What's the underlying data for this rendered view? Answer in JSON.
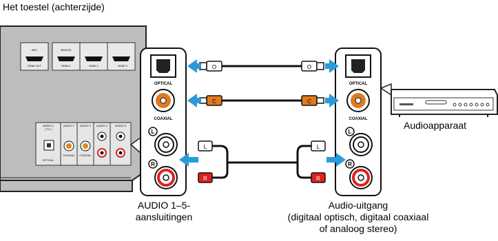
{
  "device_title": "Het toestel (achterzijde)",
  "audio_device_label": "Audioapparaat",
  "left_panel_label": [
    "AUDIO 1–5-",
    "aansluitingen"
  ],
  "right_panel_label": [
    "Audio-uitgang",
    "(digitaal optisch, digitaal coaxiaal",
    "of analoog stereo)"
  ],
  "jack_labels": {
    "optical": "OPTICAL",
    "coaxial": "COAXIAL",
    "left": "L",
    "right": "R"
  },
  "plug_labels": {
    "optical": "O",
    "coaxial": "C",
    "left": "L",
    "right": "R"
  },
  "back_panel": {
    "hdmi_labels": [
      "ARC",
      "BD/DVD",
      "HDMI 2",
      "HDMI 3"
    ],
    "hdmi_sublabels": [
      "HDMI OUT",
      "HDMI 1"
    ],
    "audio_labels": [
      "AUDIO 1",
      "AUDIO 2",
      "AUDIO 3",
      "AUDIO 4",
      "AUDIO 5"
    ],
    "audio_sublabels": [
      "OPTICAL",
      "COAXIAL",
      "COAXIAL"
    ],
    "tv_label": "( TV )"
  },
  "colors": {
    "arrow": "#2a9ad8",
    "coaxial": "#e07a1f",
    "red": "#e02020",
    "panel": "#bdbdbd"
  }
}
